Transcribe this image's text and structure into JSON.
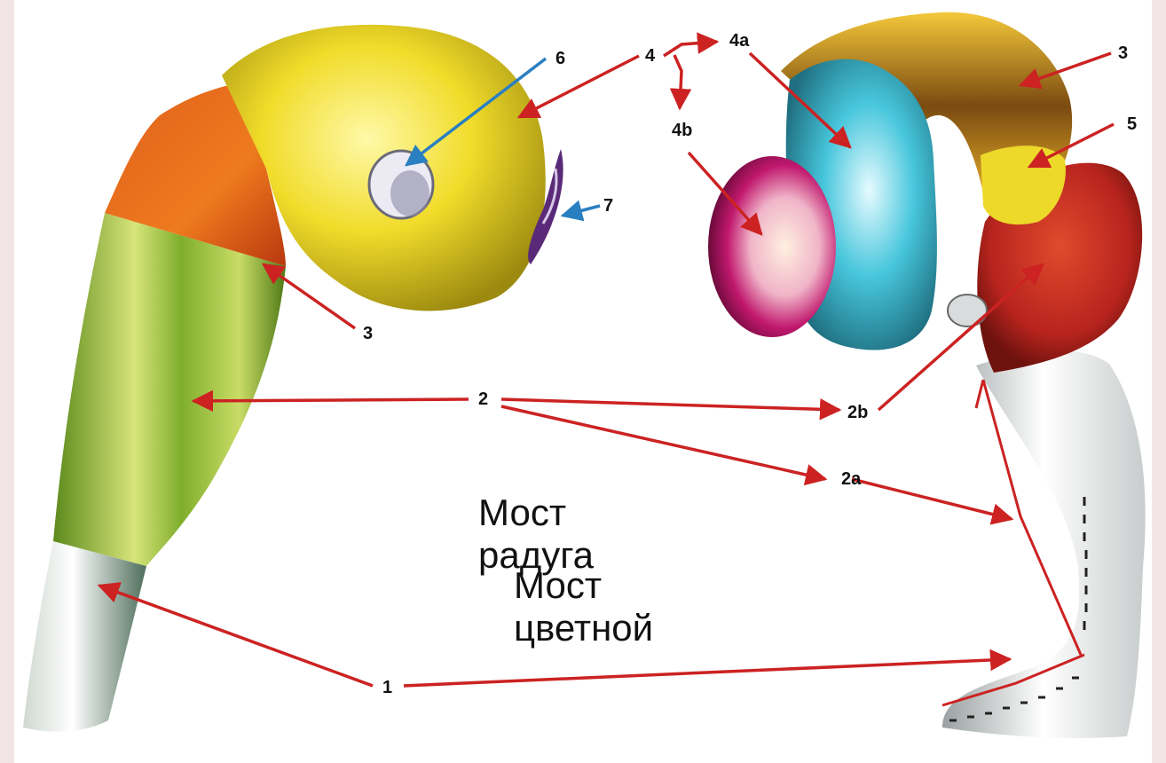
{
  "labels": {
    "l1": "1",
    "l2": "2",
    "l2a": "2a",
    "l2b": "2b",
    "l3_left": "3",
    "l3_right": "3",
    "l4": "4",
    "l4a": "4a",
    "l4b": "4b",
    "l5": "5",
    "l6": "6",
    "l7": "7"
  },
  "captions": {
    "caption_1_line1": "Мост",
    "caption_1_line2": "радуга",
    "caption_2_line1": "Мост",
    "caption_2_line2": "цветной"
  },
  "colors": {
    "arrow_red": "#cc2222",
    "arrow_blue": "#2a7fc1",
    "region_yellow": "#f1dc2a",
    "region_orange": "#e0601c",
    "region_green": "#7aa52a",
    "region_white": "#f2f4f2",
    "region_cyan": "#3fc0d6",
    "region_magenta": "#c1186e",
    "region_red": "#b8241e",
    "region_gold": "#d8a21e"
  }
}
